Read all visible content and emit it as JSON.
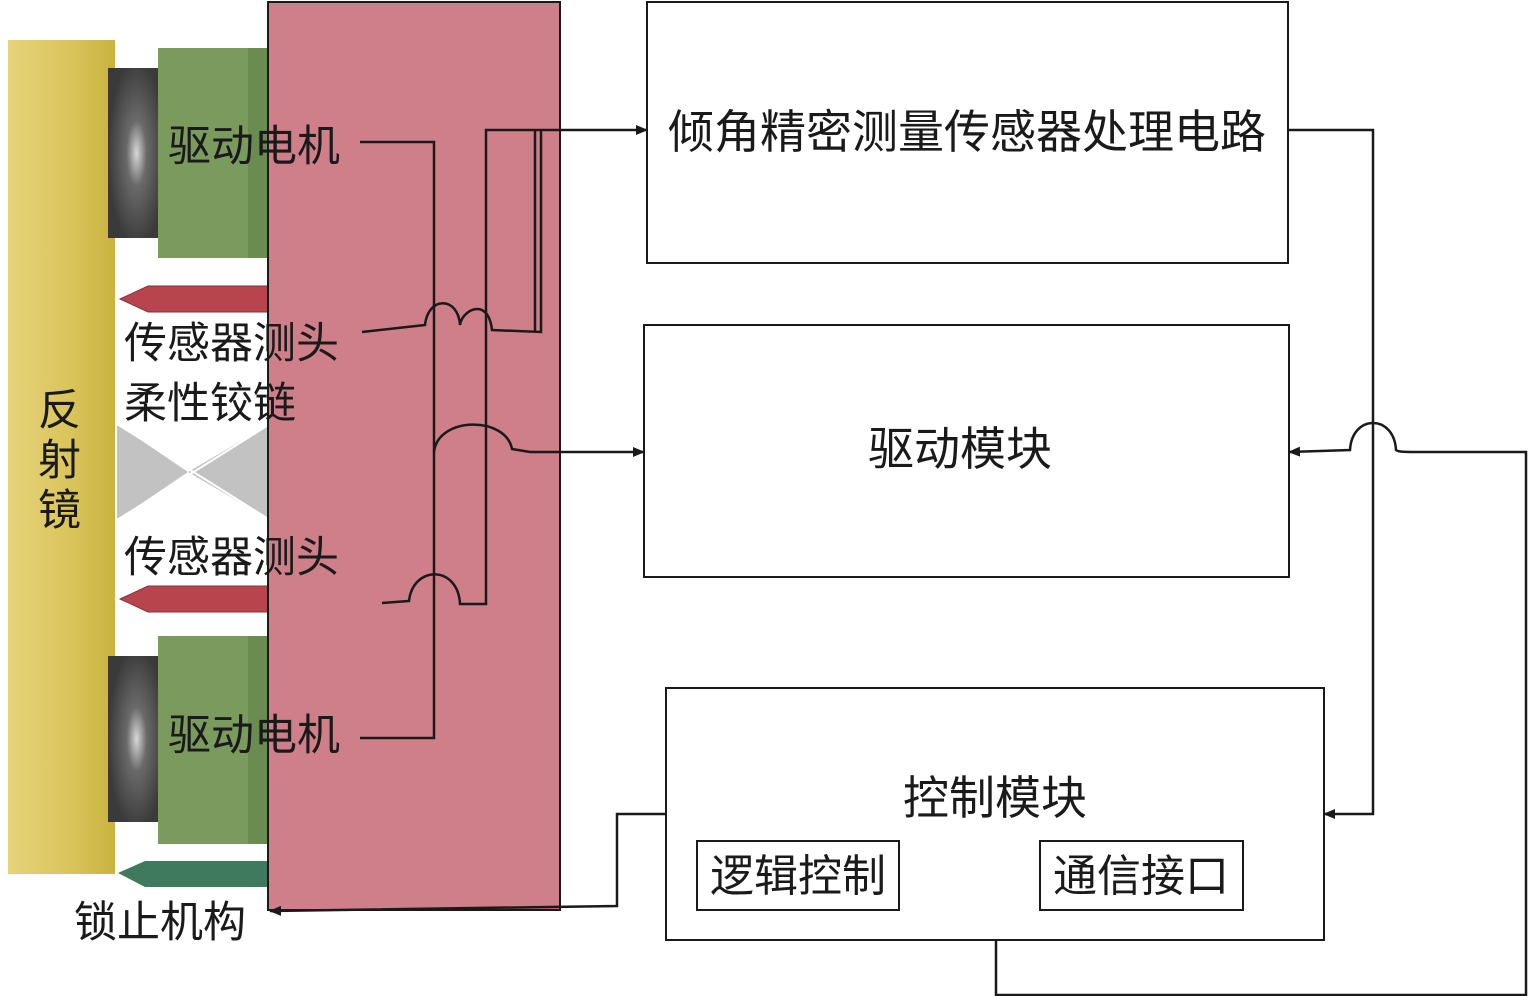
{
  "mechanism": {
    "mirror_label_chars": [
      "反",
      "射",
      "镜"
    ],
    "motor_top_label": "驱动电机",
    "motor_bottom_label": "驱动电机",
    "sensor_top_label": "传感器测头",
    "hinge_label": "柔性铰链",
    "sensor_bottom_label": "传感器测头",
    "lock_label": "锁止机构"
  },
  "modules": {
    "sensor_circuit": "倾角精密测量传感器处理电路",
    "drive": "驱动模块",
    "control": {
      "title": "控制模块",
      "logic": "逻辑控制",
      "comm": "通信接口"
    }
  },
  "colors": {
    "mirror": "#d9c45a",
    "mirror_edge": "#c8b43f",
    "base": "#cf7f89",
    "motor_body": "#7a9a5e",
    "motor_cap": "#4a4a4a",
    "probe": "#b8454e",
    "hinge": "#c2c2c2",
    "lock": "#3f7a5e",
    "line": "#1a1a1a"
  }
}
